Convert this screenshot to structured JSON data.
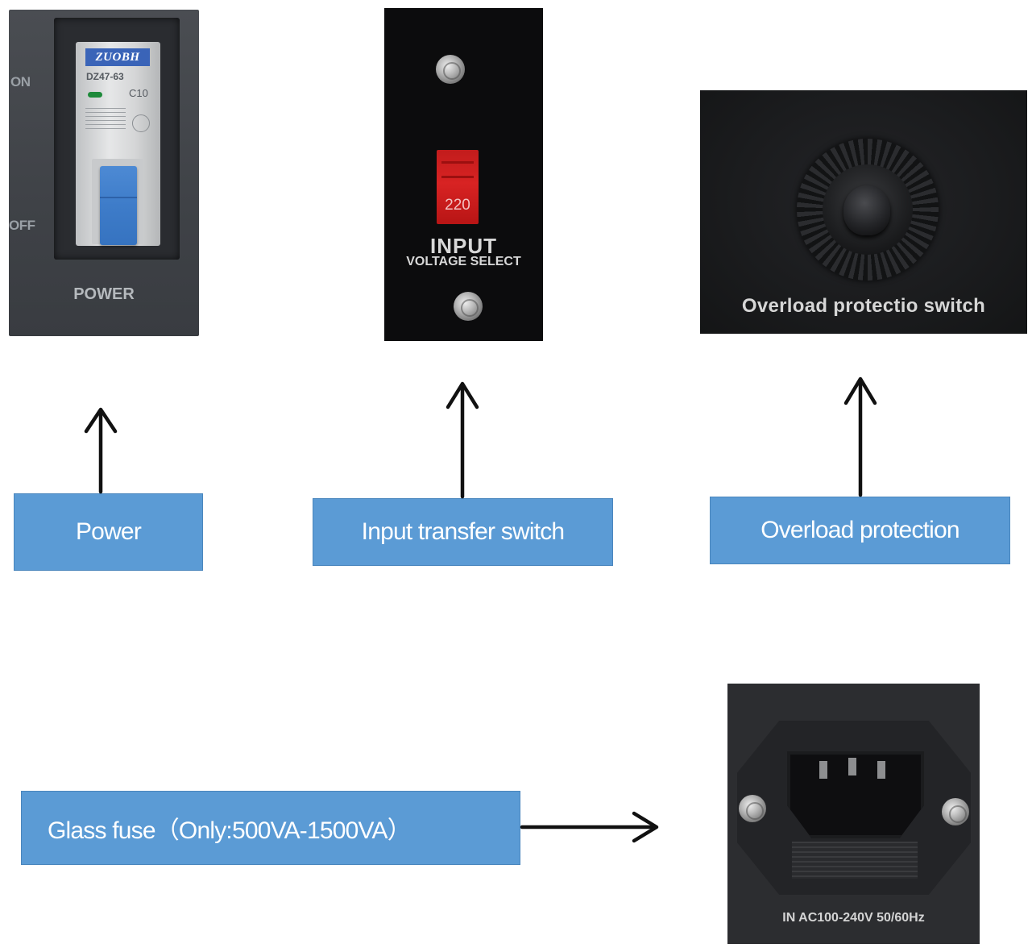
{
  "breaker_panel": {
    "on_label": "ON",
    "off_label": "OFF",
    "brand": "ZUOBH",
    "model": "DZ47-63",
    "rating": "C10",
    "panel_label": "POWER"
  },
  "voltage_panel": {
    "switch_value": "220",
    "title": "INPUT",
    "subtitle": "VOLTAGE SELECT"
  },
  "overload_panel": {
    "label": "Overload protectio switch"
  },
  "socket_panel": {
    "label": "IN AC100-240V 50/60Hz"
  },
  "callouts": {
    "power": "Power",
    "input_transfer": "Input transfer switch",
    "overload": "Overload protection",
    "glass_fuse": "Glass fuse（Only:500VA-1500VA）"
  },
  "colors": {
    "label_fill": "#5b9bd5",
    "label_text": "#ffffff",
    "arrow": "#111111"
  }
}
